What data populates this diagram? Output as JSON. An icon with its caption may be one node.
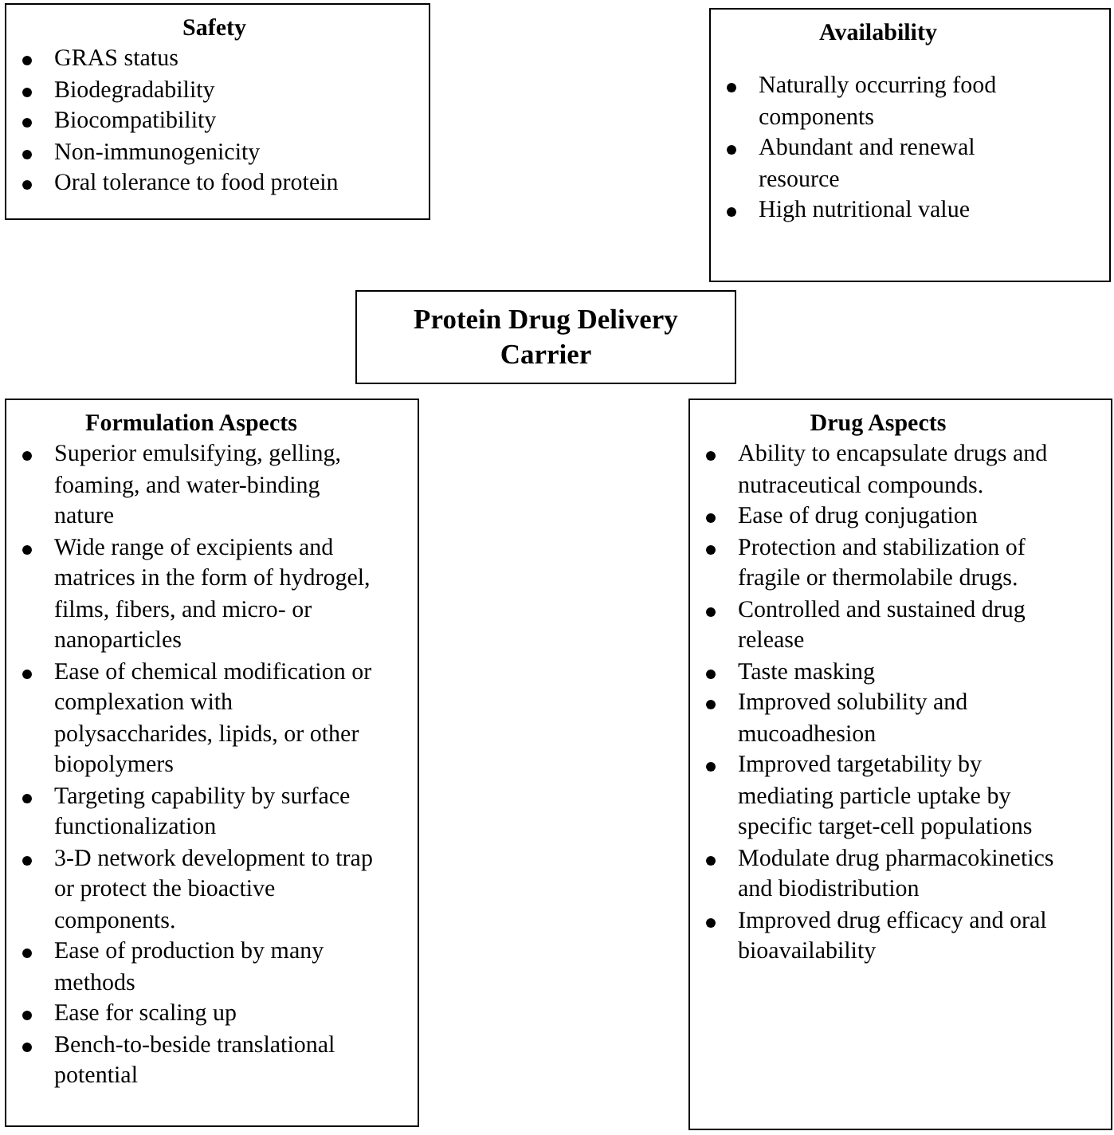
{
  "diagram": {
    "nodes": [
      {
        "text": [
          "Safety",
          "GRAS status",
          "Biodegradability",
          "Biocompatibility",
          "Non-immunogenicity",
          "Oral tolerance to food protein"
        ]
      },
      {
        "text": [
          "Availability",
          "Naturally occurring food components",
          "Abundant and renewal resource",
          "High nutritional value"
        ]
      },
      {
        "text": [
          "Protein Drug Delivery Carrier"
        ]
      },
      {
        "text": [
          "Formulation Aspects",
          "Superior emulsifying, gelling, foaming, and water-binding nature",
          "Wide range of excipients and matrices in the form of hydrogel, films, fibers, and micro- or nanoparticles",
          "Ease of chemical modification or complexation with polysaccharides, lipids, or other biopolymers",
          "Targeting capability by surface functionalization",
          "3-D network development to trap or protect the bioactive components.",
          "Ease of production by many methods",
          "Ease for scaling up",
          "Bench-to-beside translational potential"
        ]
      },
      {
        "text": [
          "Drug Aspects",
          "Ability to encapsulate drugs and nutraceutical compounds.",
          "Ease of drug conjugation",
          "Protection and stabilization of fragile or thermolabile drugs.",
          "Controlled and sustained drug release",
          "Taste masking",
          "Improved solubility and mucoadhesion",
          "Improved targetability by mediating particle uptake by specific target-cell populations",
          "Modulate drug pharmacokinetics and biodistribution",
          "Improved drug efficacy and oral bioavailability"
        ]
      }
    ]
  }
}
